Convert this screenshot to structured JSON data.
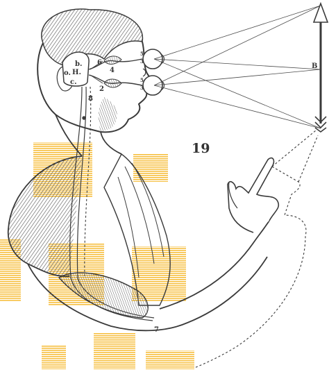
{
  "figure": {
    "number": "19",
    "labels": {
      "B": "B",
      "b": "b.",
      "o": "o.",
      "H": "H.",
      "c": "c.",
      "n2": "2",
      "n3a": "3",
      "n3b": "3",
      "n4": "4",
      "n5a": "5",
      "n5b": "5",
      "n6": "6",
      "n7": "7",
      "n8": "8"
    }
  },
  "colors": {
    "ink": "#3a3a3a",
    "paper": "#ffffff",
    "watermark": "#f5b41e"
  }
}
